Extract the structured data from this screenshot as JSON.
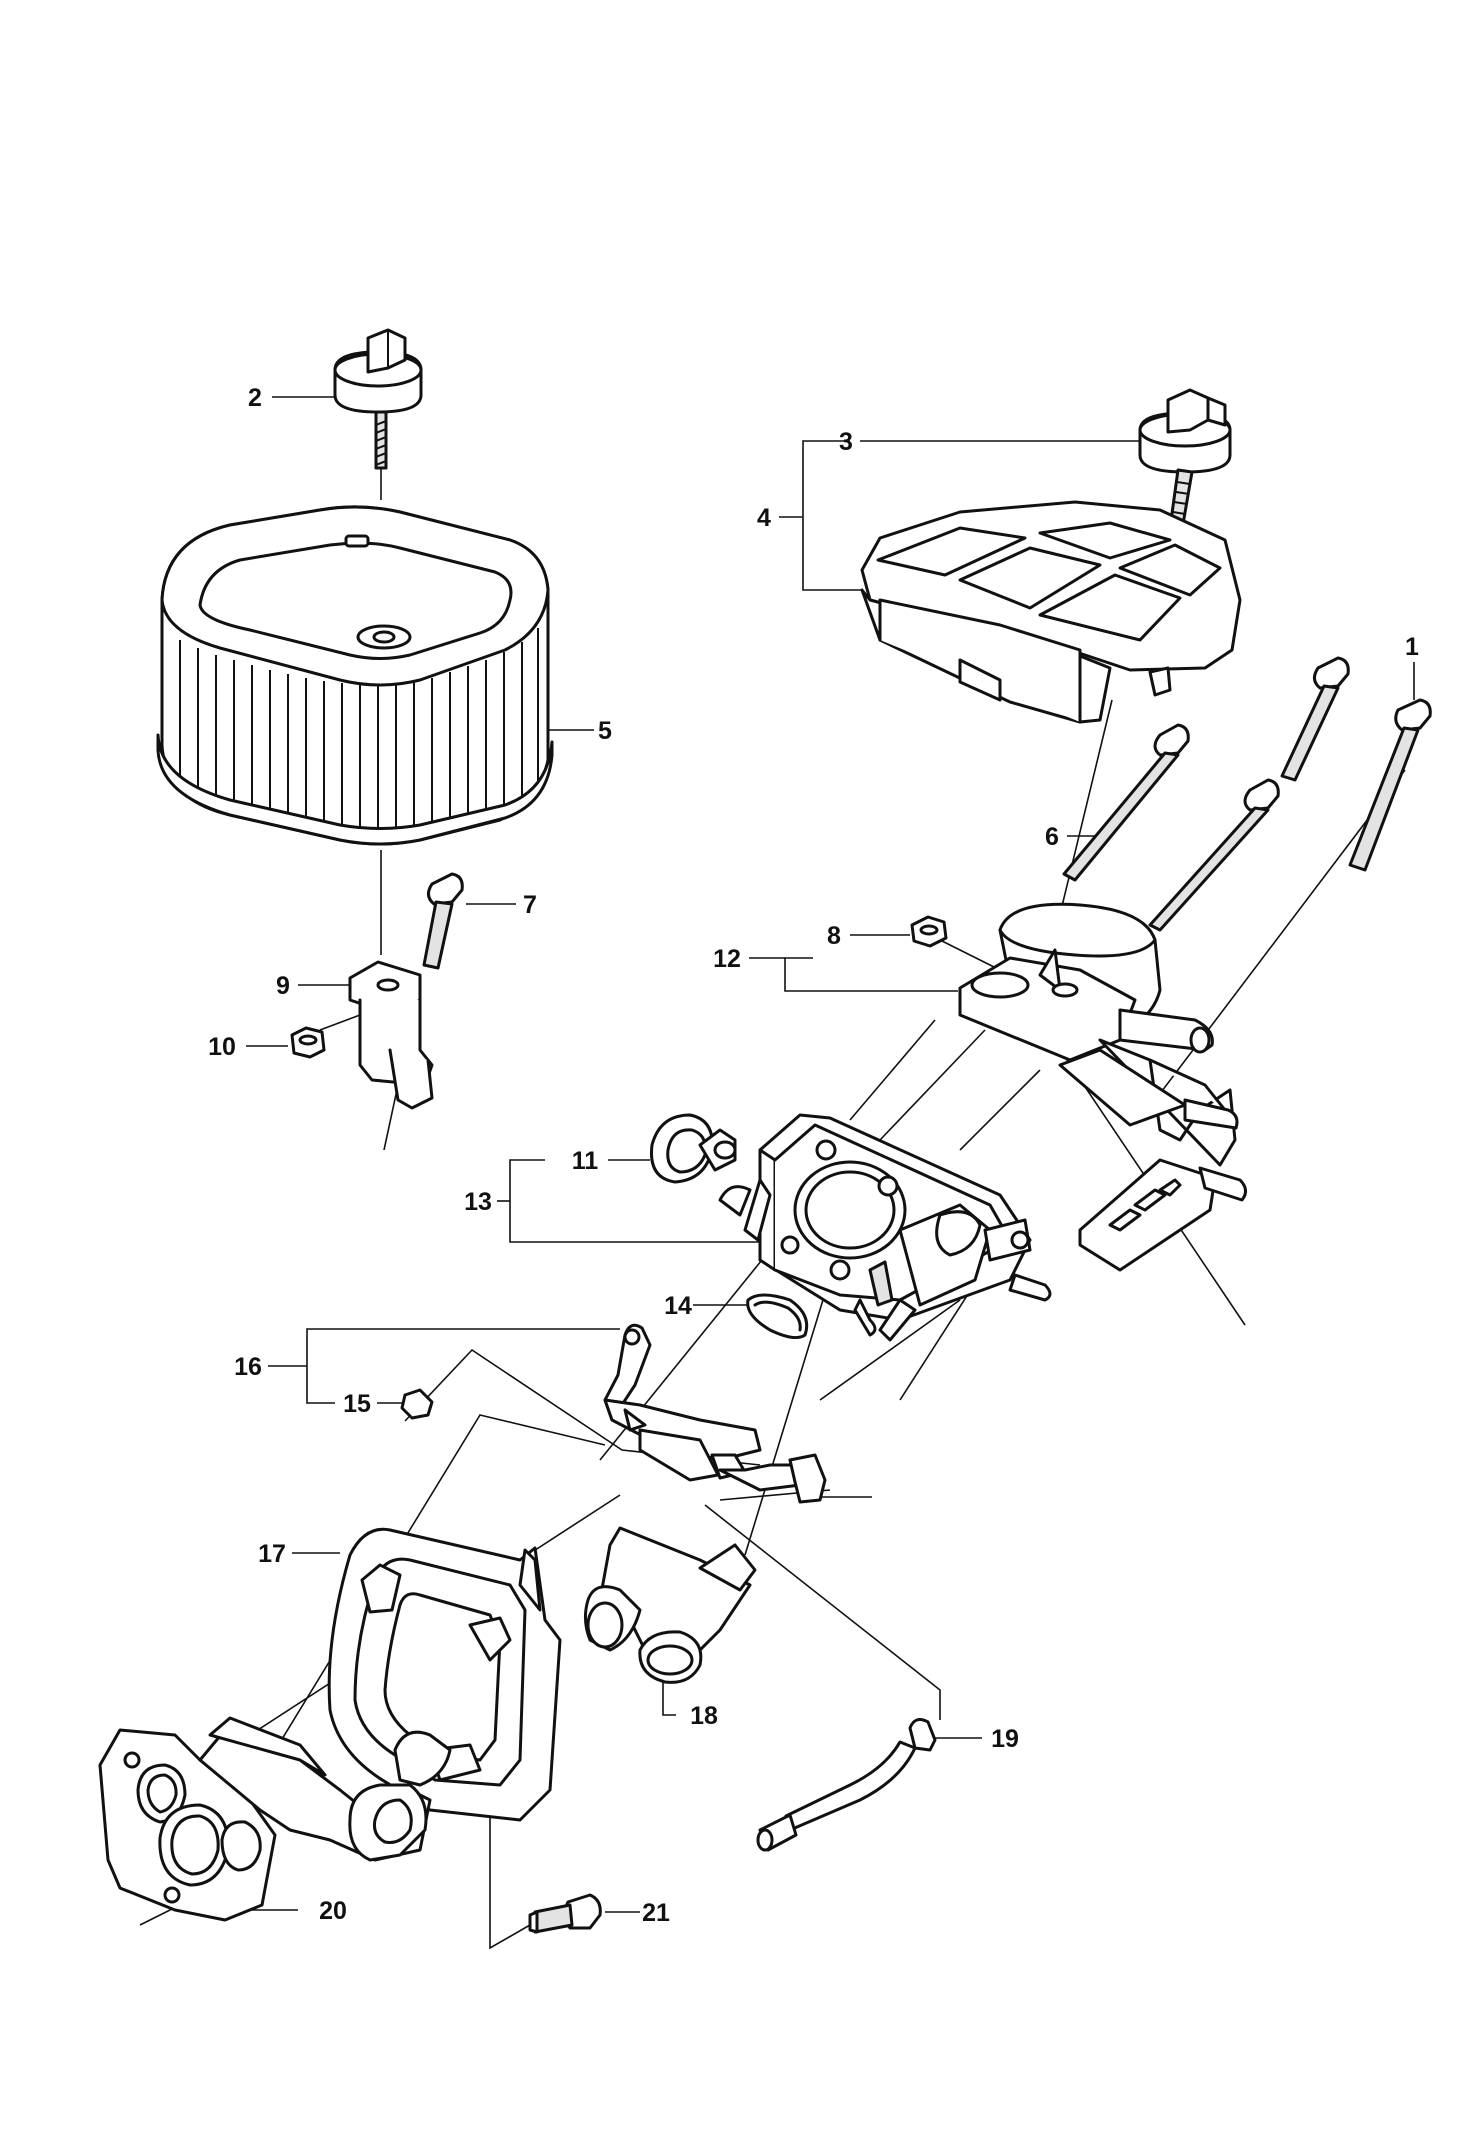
{
  "callouts": {
    "p1": "1",
    "p2": "2",
    "p3": "3",
    "p4": "4",
    "p5": "5",
    "p6": "6",
    "p7": "7",
    "p8": "8",
    "p9": "9",
    "p10": "10",
    "p11": "11",
    "p12": "12",
    "p13": "13",
    "p14": "14",
    "p15": "15",
    "p16": "16",
    "p17": "17",
    "p18": "18",
    "p19": "19",
    "p20": "20",
    "p21": "21"
  },
  "colors": {
    "line": "#111111",
    "background": "#ffffff",
    "shade": "#e3e3e3"
  }
}
